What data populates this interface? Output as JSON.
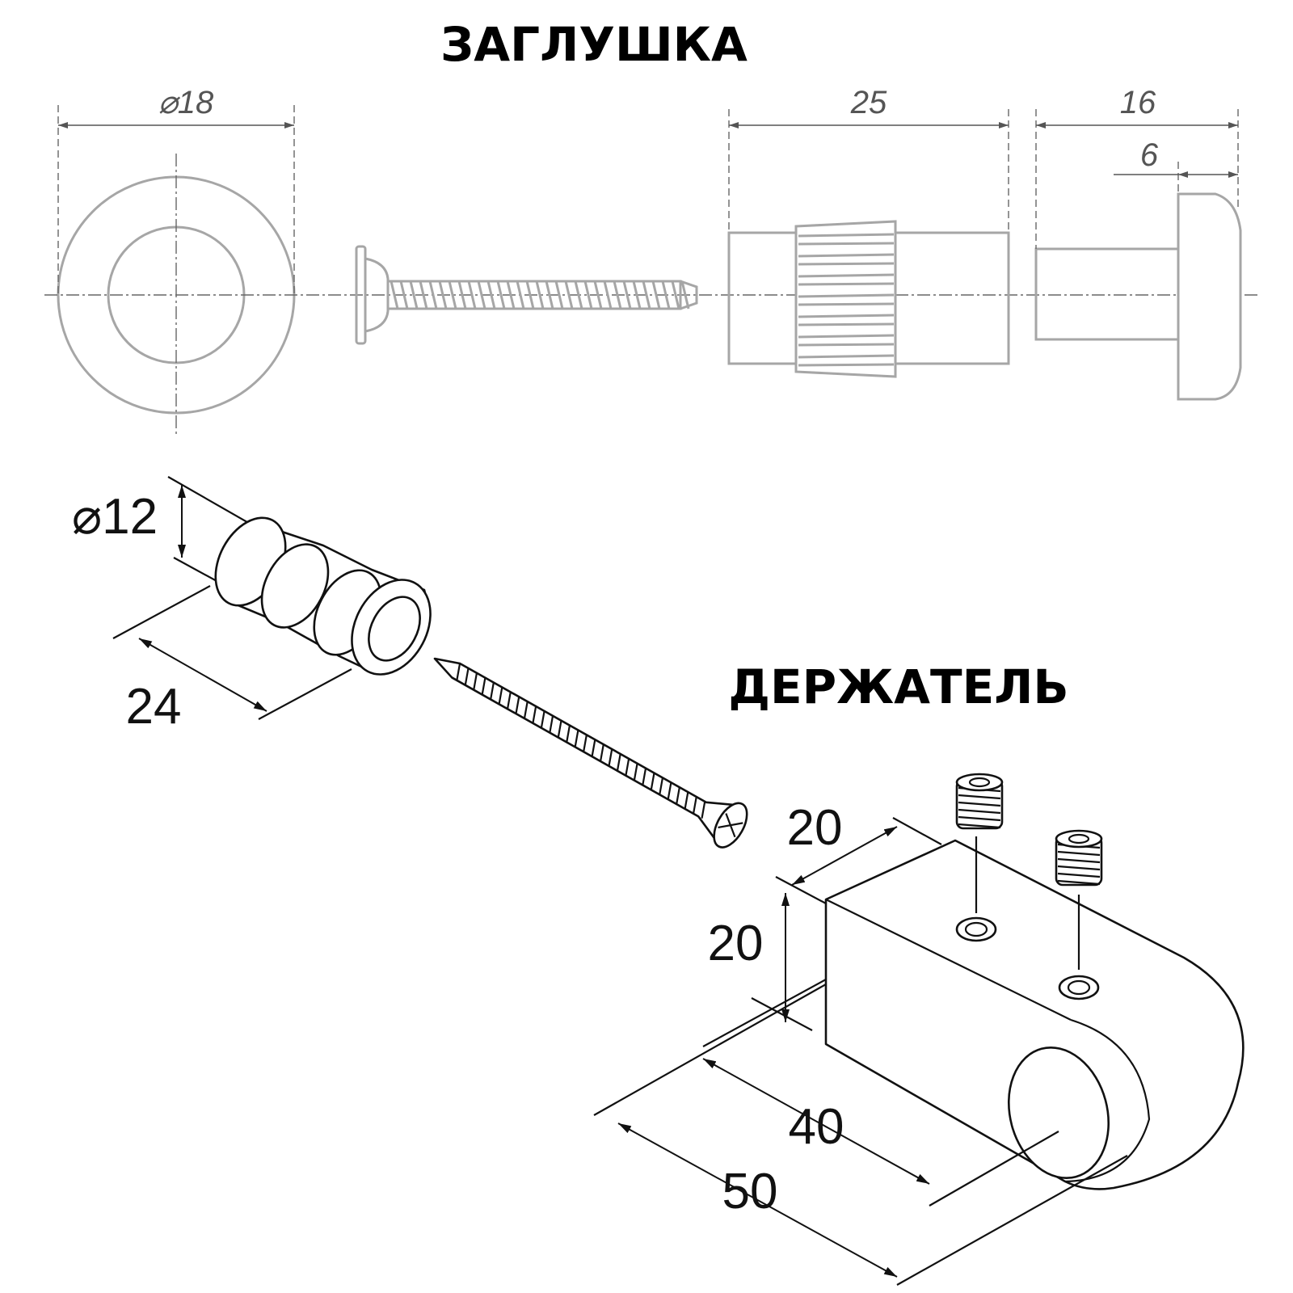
{
  "titles": {
    "top": "ЗАГЛУШКА",
    "bottom": "ДЕРЖАТЕЛЬ"
  },
  "dimensions": {
    "plug_diameter": "⌀18",
    "sleeve_length": "25",
    "cap_length": "16",
    "cap_head": "6",
    "socket_diameter": "⌀12",
    "socket_length": "24",
    "holder_width": "20",
    "holder_height": "20",
    "holder_hole_offset": "40",
    "holder_length": "50"
  }
}
